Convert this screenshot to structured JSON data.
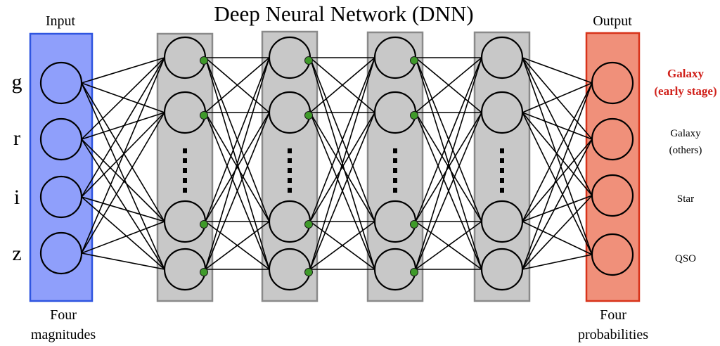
{
  "title": "Deep Neural Network (DNN)",
  "input": {
    "header": "Input",
    "caption_line1": "Four",
    "caption_line2": "magnitudes",
    "labels": [
      "g",
      "r",
      "i",
      "z"
    ]
  },
  "output": {
    "header": "Output",
    "caption_line1": "Four",
    "caption_line2": "probabilities",
    "labels": [
      [
        "Galaxy",
        "(early stage)"
      ],
      [
        "Galaxy",
        "(others)"
      ],
      [
        "Star"
      ],
      [
        "QSO"
      ]
    ],
    "highlighted_index": 0
  },
  "hidden_layer_count": 4,
  "colors": {
    "input_fill": "#8f9ffb",
    "input_border": "#2f55e0",
    "hidden_fill": "#c8c8c8",
    "hidden_border": "#8a8a8a",
    "output_fill": "#f0907a",
    "output_border": "#d8331a",
    "highlight_text": "#d0201a",
    "activation_dot": "#3f9a2a",
    "edge": "#000000"
  }
}
